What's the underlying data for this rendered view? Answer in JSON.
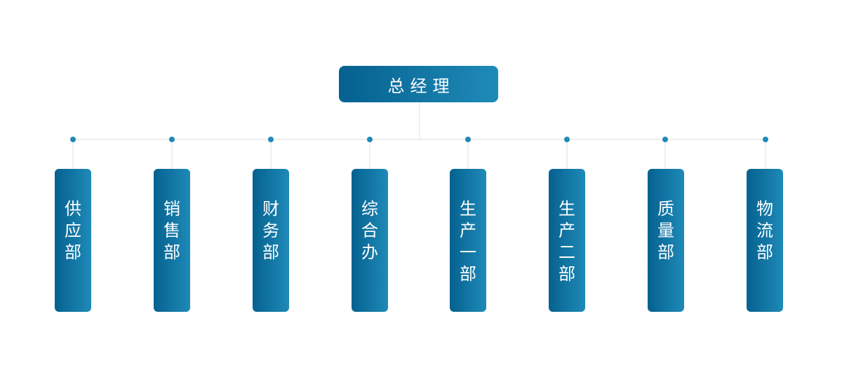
{
  "root": {
    "label": "总经理"
  },
  "departments": [
    {
      "label": "供应部"
    },
    {
      "label": "销售部"
    },
    {
      "label": "财务部"
    },
    {
      "label": "综合办"
    },
    {
      "label": "生产一部"
    },
    {
      "label": "生产二部"
    },
    {
      "label": "质量部"
    },
    {
      "label": "物流部"
    }
  ],
  "colors": {
    "box_gradient_start": "#05618f",
    "box_gradient_end": "#1f8ab8",
    "connector_line": "#dcdcdc",
    "connector_dot": "#1f8ab8"
  }
}
